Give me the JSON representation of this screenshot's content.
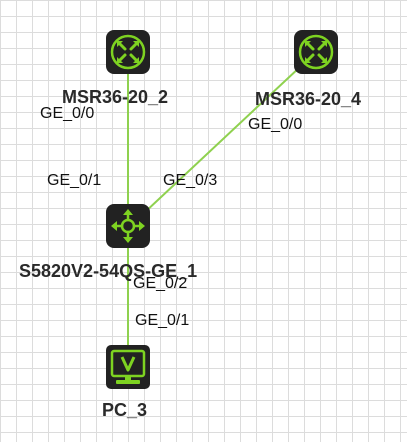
{
  "colors": {
    "link": "#8fd14f",
    "icon_body": "#222222",
    "icon_accent": "#7ed321",
    "grid": "#dcdcdc"
  },
  "devices": {
    "router_2": {
      "label": "MSR36-20_2",
      "icon": "router-icon"
    },
    "router_4": {
      "label": "MSR36-20_4",
      "icon": "router-icon"
    },
    "switch_1": {
      "label": "S5820V2-54QS-GE_1",
      "icon": "switch-icon"
    },
    "pc_3": {
      "label": "PC_3",
      "icon": "pc-icon"
    }
  },
  "ports": {
    "r2_ge00": "GE_0/0",
    "r4_ge00": "GE_0/0",
    "sw_ge01": "GE_0/1",
    "sw_ge03": "GE_0/3",
    "sw_ge02": "GE_0/2",
    "pc_ge01": "GE_0/1"
  },
  "links": [
    {
      "from": "MSR36-20_2",
      "to": "S5820V2-54QS-GE_1"
    },
    {
      "from": "MSR36-20_4",
      "to": "S5820V2-54QS-GE_1"
    },
    {
      "from": "S5820V2-54QS-GE_1",
      "to": "PC_3"
    }
  ]
}
